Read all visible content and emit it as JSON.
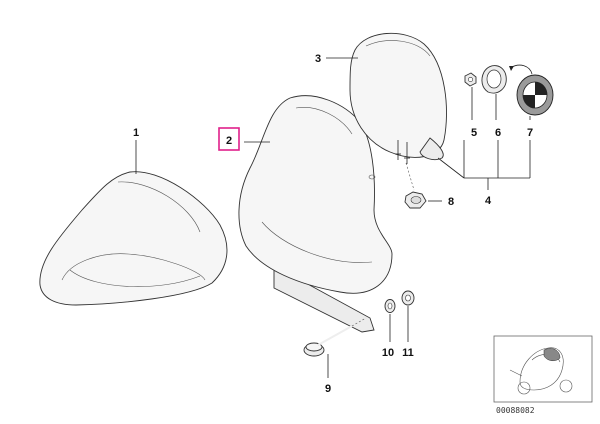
{
  "diagram": {
    "callouts": [
      {
        "id": "1",
        "label": "1"
      },
      {
        "id": "2",
        "label": "2",
        "highlighted": true
      },
      {
        "id": "3",
        "label": "3"
      },
      {
        "id": "4",
        "label": "4"
      },
      {
        "id": "5",
        "label": "5"
      },
      {
        "id": "6",
        "label": "6"
      },
      {
        "id": "7",
        "label": "7"
      },
      {
        "id": "8",
        "label": "8"
      },
      {
        "id": "9",
        "label": "9"
      },
      {
        "id": "10",
        "label": "10"
      },
      {
        "id": "11",
        "label": "11"
      }
    ],
    "reference_number": "00088082",
    "highlight_color": "#e0208a"
  }
}
